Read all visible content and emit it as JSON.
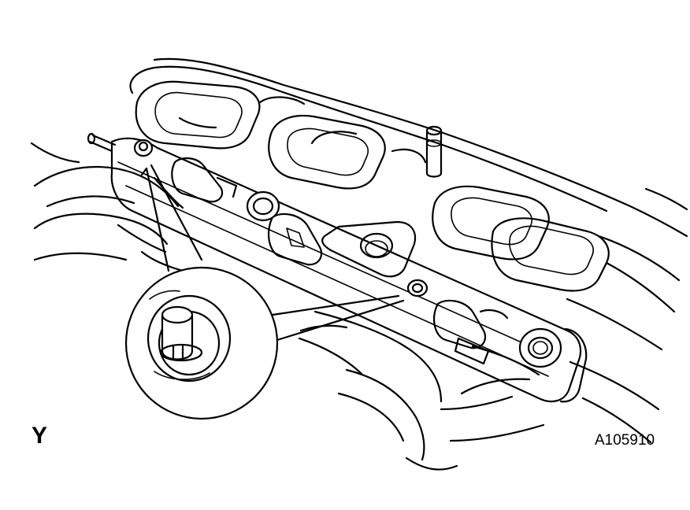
{
  "figure": {
    "view_label": "Y",
    "code": "A105910",
    "parts": [
      "intake-manifold",
      "fuel-delivery-pipe",
      "mounting-bolt",
      "detail-magnifier-circle"
    ]
  }
}
